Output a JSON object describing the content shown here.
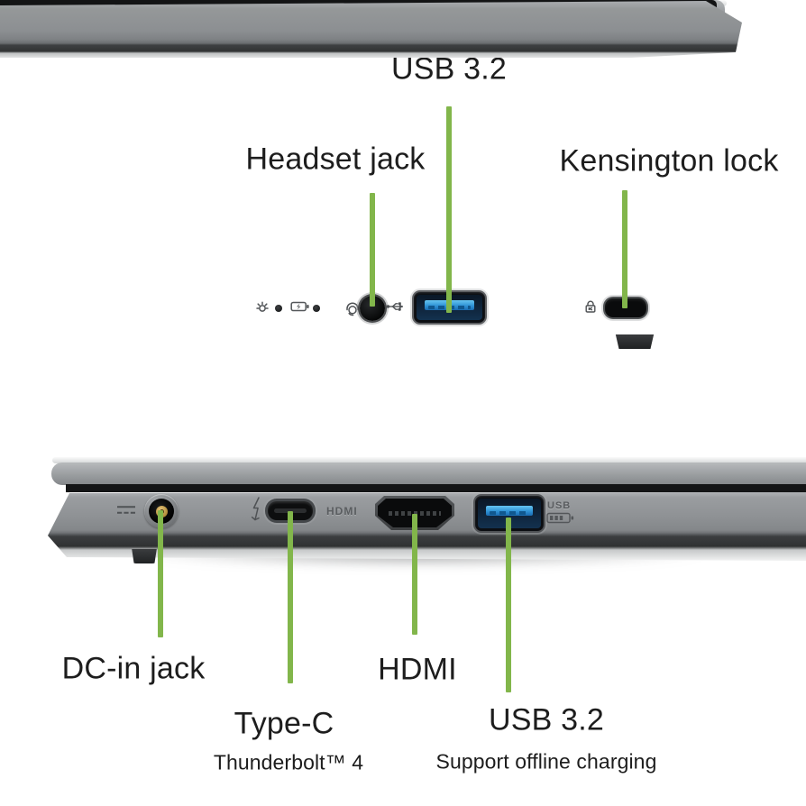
{
  "colors": {
    "accent_green": "#82b64b",
    "label_text": "#1d1d1d",
    "usb_port_blue": "#2f93d6",
    "laptop_gray": "#8e9194"
  },
  "top_view": {
    "labels": {
      "usb_top": "USB 3.2",
      "headset": "Headset jack",
      "kensington": "Kensington lock"
    },
    "icons": {
      "power_indicator": "sun-rays",
      "battery_indicator": "battery-charging",
      "headset": "headphones-mic",
      "usb": "usb-trident",
      "kensington_lock": "padlock"
    }
  },
  "bottom_view": {
    "labels": {
      "dc_in": "DC-in jack",
      "type_c": "Type-C",
      "type_c_sub": "Thunderbolt™ 4",
      "hdmi": "HDMI",
      "usb_bottom": "USB 3.2",
      "usb_bottom_sub": "Support offline charging"
    },
    "port_markings": {
      "hdmi": "HDMI",
      "usb": "USB"
    },
    "icons": {
      "dc_power": "dc-symbol",
      "thunderbolt": "lightning-arrow",
      "offline_charging_battery": "battery"
    }
  }
}
